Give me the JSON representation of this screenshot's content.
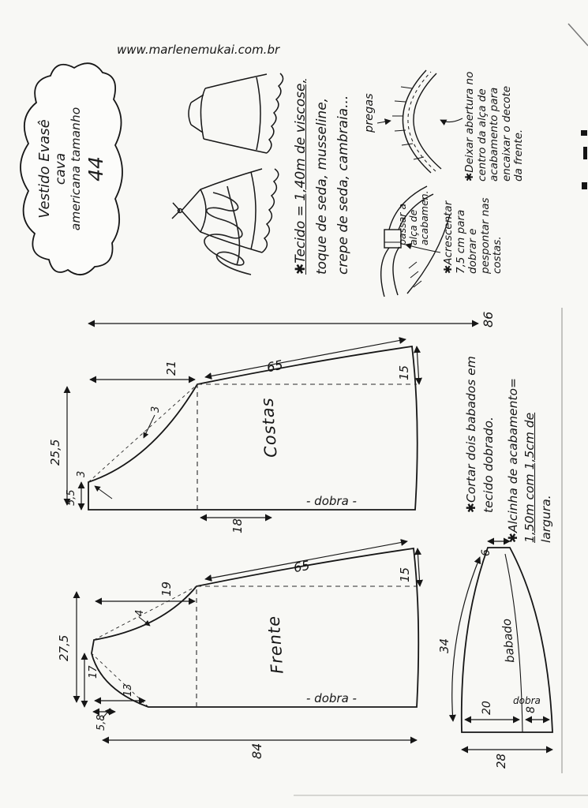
{
  "title": {
    "line1": "Vestido Evasê",
    "line2": "cava",
    "line3": "americana tamanho",
    "size": "44"
  },
  "website": "www.marlenemukai.com.br",
  "fabric_note": {
    "l1": "✱Tecido = 1,40m de viscose,",
    "l2": "toque de seda, musseline,",
    "l3": "crepe de seda, cambraia..."
  },
  "opening_note": {
    "l1": "✱Deixar abertura no",
    "l2": "centro da alça de",
    "l3": "acabamento para",
    "l4": "encaixar o decote",
    "l5": "da frente."
  },
  "extension_note": {
    "l1": "✱Acrescentar",
    "l2": "7,5 cm para",
    "l3": "dobrar e",
    "l4": "pespontar nas",
    "l5": "costas."
  },
  "ruffle_note": {
    "l1": "✱Cortar dois babados em",
    "l2": "tecido dobrado."
  },
  "strap_note": {
    "l1": "✱Alcinha de acabamento=",
    "l2": "1,50m com 1,5cm de",
    "l3": "largura."
  },
  "diagram_labels": {
    "pregas": "pregas",
    "pass1": "passar a",
    "pass2": "alça de",
    "pass3": "acabamen."
  },
  "costas": {
    "name": "Costas",
    "fold": "- dobra -",
    "length": "86",
    "side": "65",
    "top_width": "25,5",
    "armhole_depth": "21",
    "hem_flare": "15",
    "top_edge": "5,5",
    "neck_drop": "3",
    "armhole_curve": "3",
    "fold_mark": "18"
  },
  "frente": {
    "name": "Frente",
    "fold": "- dobra -",
    "length": "84",
    "side": "65",
    "top_width": "27,5",
    "armhole_depth": "19",
    "hem_flare": "15",
    "neck_width": "17",
    "neck_depth": "13",
    "strap": "5,8",
    "armhole_curve": "4"
  },
  "babado": {
    "name": "babado",
    "fold": "dobra",
    "length": "34",
    "width_total": "28",
    "width_a": "20",
    "width_b": "8",
    "end_width": "6"
  }
}
